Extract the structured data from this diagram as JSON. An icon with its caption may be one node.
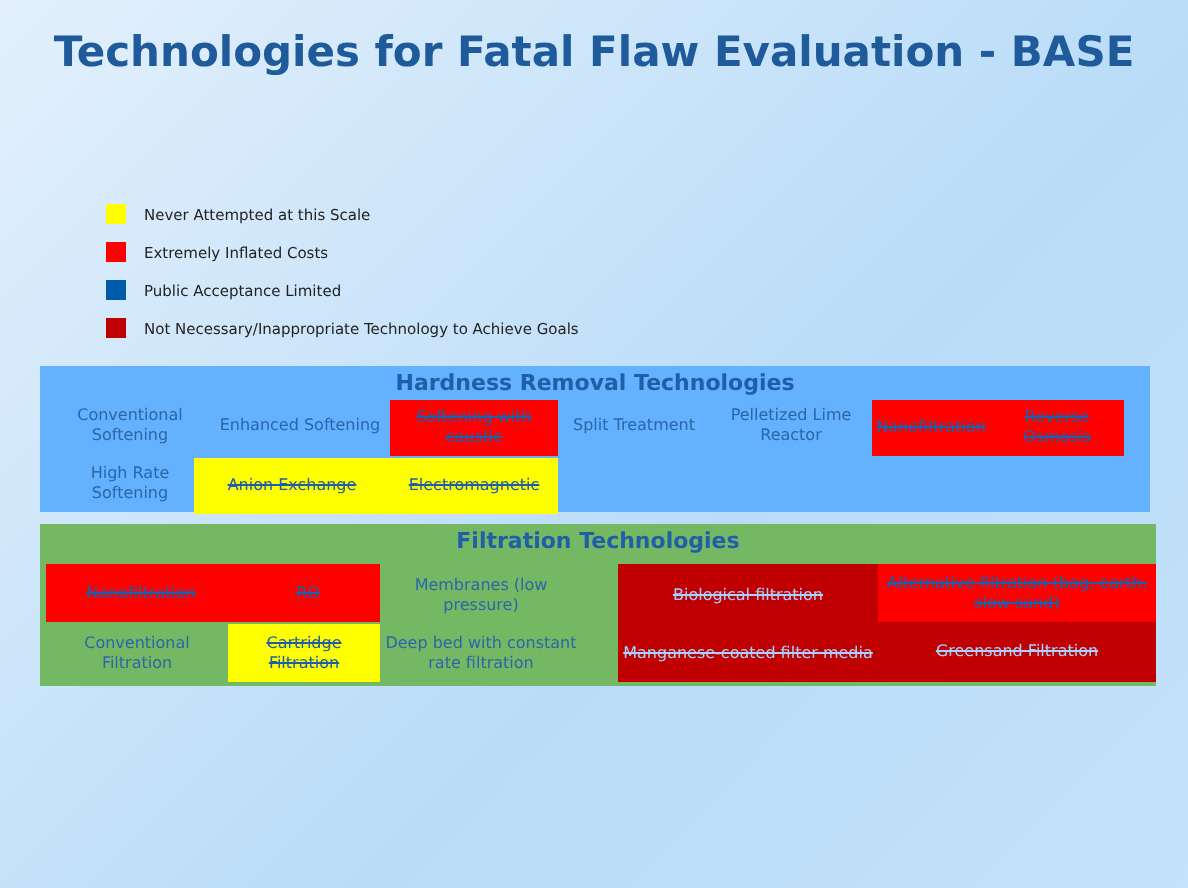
{
  "diagram": {
    "title": "Technologies for Fatal Flaw Evaluation - BASE",
    "nodes": [
      {
        "text": [
          "Hardness Removal Technologies"
        ]
      },
      {
        "text": [
          "Conventional Softening"
        ],
        "in": 0
      },
      {
        "text": [
          "Enhanced Softening"
        ],
        "in": 0
      },
      {
        "text": [
          "Softening with caustic"
        ],
        "in": 0
      },
      {
        "text": [
          "Split Treatment"
        ],
        "in": 0
      },
      {
        "text": [
          "Pelletized Lime Reactor"
        ],
        "in": 0
      },
      {
        "text": [
          "Nanofiltration"
        ],
        "in": 0
      },
      {
        "text": [
          "Reverse Osmosis"
        ],
        "in": 0
      },
      {
        "text": [
          "High Rate Softening"
        ],
        "in": 0
      },
      {
        "text": [
          "Anion Exchange"
        ],
        "in": 0
      },
      {
        "text": [
          "Electromagnetic"
        ],
        "in": 0
      },
      {
        "text": [
          "Filtration Technologies"
        ]
      },
      {
        "text": [
          "Nanofiltration"
        ],
        "in": 11
      },
      {
        "text": [
          "RO"
        ],
        "in": 11
      },
      {
        "text": [
          "Membranes (low pressure)"
        ],
        "in": 11
      },
      {
        "text": [
          "Biological filtration"
        ],
        "in": 11
      },
      {
        "text": [
          "Alternative filtration (bag, earth, slow sand)"
        ],
        "in": 11
      },
      {
        "text": [
          "Conventional Filtration"
        ],
        "in": 11
      },
      {
        "text": [
          "Cartridge Filtration"
        ],
        "in": 11
      },
      {
        "text": [
          "Deep bed with constant rate filtration"
        ],
        "in": 11
      },
      {
        "text": [
          "Manganese-coated filter media"
        ],
        "in": 11
      },
      {
        "text": [
          "Greensand Filtration"
        ],
        "in": 11
      }
    ],
    "legend": [
      {
        "text": "Never Attempted at this Scale",
        "color": "#ffff00"
      },
      {
        "text": "Extremely Inflated Costs",
        "color": "#ff0000"
      },
      {
        "text": "Public Acceptance Limited",
        "color": "#005bab"
      },
      {
        "text": "Not Necessary/Inappropriate Technology to Achieve Goals",
        "color": "#c00000"
      }
    ]
  }
}
